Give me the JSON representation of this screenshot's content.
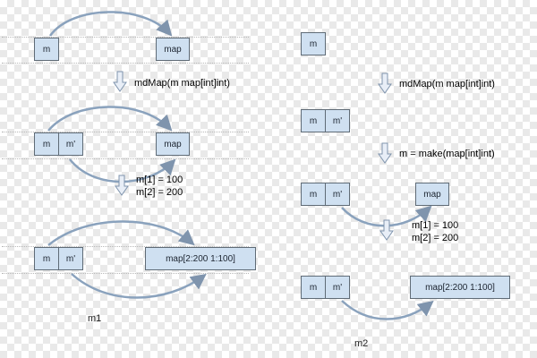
{
  "left": {
    "caption": "m1",
    "row1": {
      "m": "m",
      "map": "map"
    },
    "step1": "mdMap(m map[int]int)",
    "row2": {
      "m": "m",
      "mp": "m'",
      "map": "map"
    },
    "step2a": "m[1] = 100",
    "step2b": "m[2] = 200",
    "row3": {
      "m": "m",
      "mp": "m'",
      "map": "map[2:200 1:100]"
    }
  },
  "right": {
    "caption": "m2",
    "row1": {
      "m": "m"
    },
    "step1": "mdMap(m map[int]int)",
    "row2": {
      "m": "m",
      "mp": "m'"
    },
    "step2": "m = make(map[int]int)",
    "row3": {
      "m": "m",
      "mp": "m'",
      "map": "map"
    },
    "step3a": "m[1] = 100",
    "step3b": "m[2] = 200",
    "row4": {
      "m": "m",
      "mp": "m'",
      "map": "map[2:200 1:100]"
    }
  },
  "colors": {
    "box_fill": "#cfe0f1",
    "box_border": "#5f6b76",
    "arrow_stroke": "#8aa2bd",
    "arrow_fill": "#e8eef7",
    "checker": "#e9e9e9"
  }
}
